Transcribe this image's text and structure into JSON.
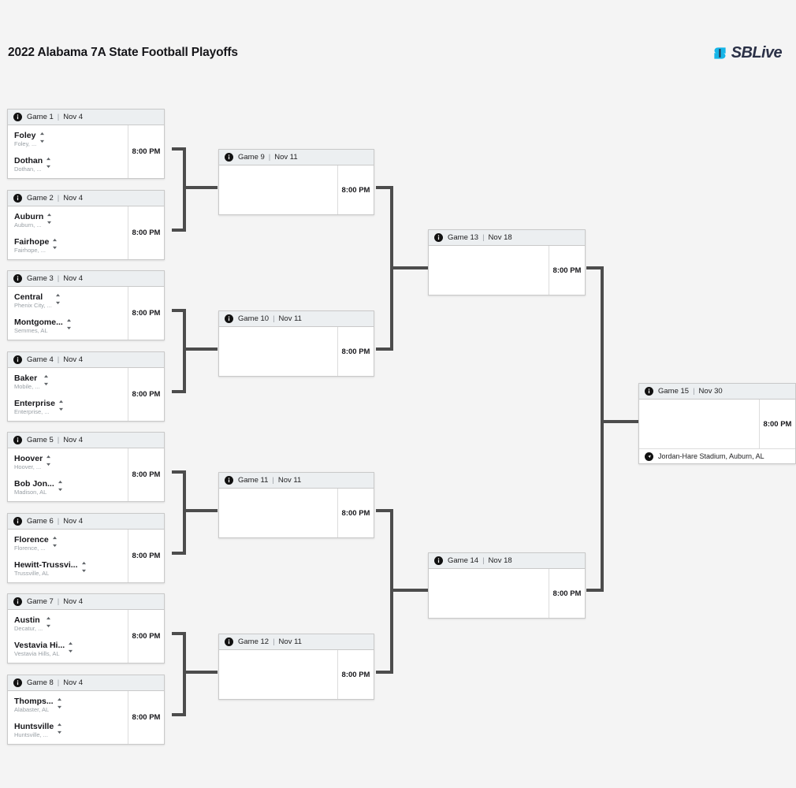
{
  "page": {
    "title": "2022 Alabama 7A State Football Playoffs",
    "background_color": "#f4f4f4",
    "connector_color": "#4c4c4c"
  },
  "logo": {
    "name": "sblive-logo",
    "text_bold": "SBL",
    "text_light": "ive",
    "mark_color": "#15b5e8",
    "text_color": "#2b3147"
  },
  "icons": {
    "info": "info-icon",
    "pin": "location-pin-icon",
    "stepper": "stepper-up-down-icon"
  },
  "labels": {
    "separator": "|"
  },
  "rounds": [
    {
      "name": "first-round",
      "games": [
        {
          "id": "game-1",
          "game_label": "Game 1",
          "date": "Nov 4",
          "time": "8:00 PM",
          "teams": [
            {
              "name": "Foley",
              "sub": "Foley, ..."
            },
            {
              "name": "Dothan",
              "sub": "Dothan, ..."
            }
          ]
        },
        {
          "id": "game-2",
          "game_label": "Game 2",
          "date": "Nov 4",
          "time": "8:00 PM",
          "teams": [
            {
              "name": "Auburn",
              "sub": "Auburn, ..."
            },
            {
              "name": "Fairhope",
              "sub": "Fairhope, ..."
            }
          ]
        },
        {
          "id": "game-3",
          "game_label": "Game 3",
          "date": "Nov 4",
          "time": "8:00 PM",
          "teams": [
            {
              "name": "Central",
              "sub": "Phenix City, ..."
            },
            {
              "name": "Montgome...",
              "sub": "Semmes, AL"
            }
          ]
        },
        {
          "id": "game-4",
          "game_label": "Game 4",
          "date": "Nov 4",
          "time": "8:00 PM",
          "teams": [
            {
              "name": "Baker",
              "sub": "Mobile, ..."
            },
            {
              "name": "Enterprise",
              "sub": "Enterprise, ..."
            }
          ]
        },
        {
          "id": "game-5",
          "game_label": "Game 5",
          "date": "Nov 4",
          "time": "8:00 PM",
          "teams": [
            {
              "name": "Hoover",
              "sub": "Hoover, ..."
            },
            {
              "name": "Bob Jon...",
              "sub": "Madison, AL"
            }
          ]
        },
        {
          "id": "game-6",
          "game_label": "Game 6",
          "date": "Nov 4",
          "time": "8:00 PM",
          "teams": [
            {
              "name": "Florence",
              "sub": "Florence, ..."
            },
            {
              "name": "Hewitt-Trussvi...",
              "sub": "Trussville, AL"
            }
          ]
        },
        {
          "id": "game-7",
          "game_label": "Game 7",
          "date": "Nov 4",
          "time": "8:00 PM",
          "teams": [
            {
              "name": "Austin",
              "sub": "Decatur, ..."
            },
            {
              "name": "Vestavia Hi...",
              "sub": "Vestavia Hills, AL"
            }
          ]
        },
        {
          "id": "game-8",
          "game_label": "Game 8",
          "date": "Nov 4",
          "time": "8:00 PM",
          "teams": [
            {
              "name": "Thomps...",
              "sub": "Alabaster, AL"
            },
            {
              "name": "Huntsville",
              "sub": "Huntsville, ..."
            }
          ]
        }
      ]
    },
    {
      "name": "quarterfinals",
      "games": [
        {
          "id": "game-9",
          "game_label": "Game 9",
          "date": "Nov 11",
          "time": "8:00 PM",
          "teams": []
        },
        {
          "id": "game-10",
          "game_label": "Game 10",
          "date": "Nov 11",
          "time": "8:00 PM",
          "teams": []
        },
        {
          "id": "game-11",
          "game_label": "Game 11",
          "date": "Nov 11",
          "time": "8:00 PM",
          "teams": []
        },
        {
          "id": "game-12",
          "game_label": "Game 12",
          "date": "Nov 11",
          "time": "8:00 PM",
          "teams": []
        }
      ]
    },
    {
      "name": "semifinals",
      "games": [
        {
          "id": "game-13",
          "game_label": "Game 13",
          "date": "Nov 18",
          "time": "8:00 PM",
          "teams": []
        },
        {
          "id": "game-14",
          "game_label": "Game 14",
          "date": "Nov 18",
          "time": "8:00 PM",
          "teams": []
        }
      ]
    },
    {
      "name": "final",
      "games": [
        {
          "id": "game-15",
          "game_label": "Game 15",
          "date": "Nov 30",
          "time": "8:00 PM",
          "teams": [],
          "venue": "Jordan-Hare Stadium, Auburn, AL"
        }
      ]
    }
  ]
}
